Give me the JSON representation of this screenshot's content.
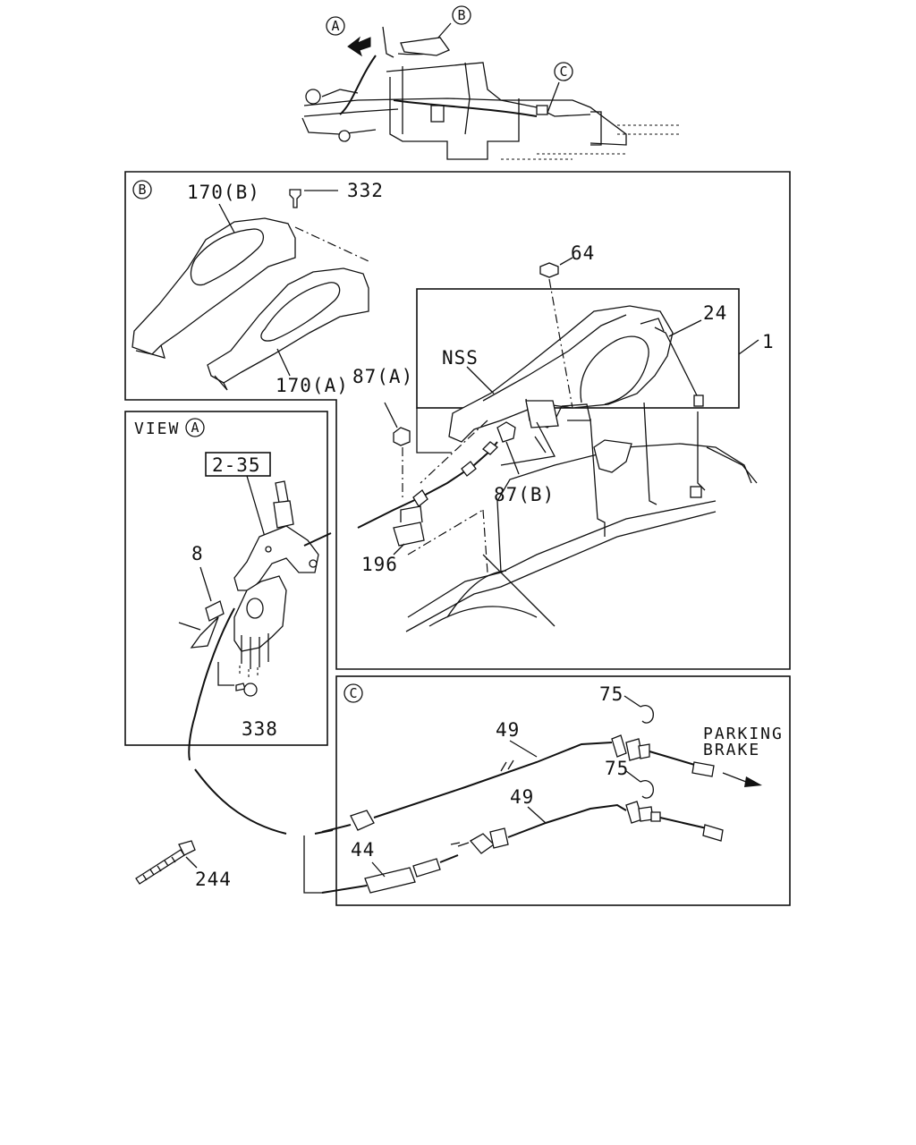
{
  "overview": {
    "callout_a": "A",
    "callout_b": "B",
    "callout_c": "C"
  },
  "panel_b": {
    "marker": "B",
    "labels": {
      "p170b": "170(B)",
      "p332": "332",
      "p170a": "170(A)",
      "p64": "64",
      "p24": "24",
      "p1": "1",
      "nss": "NSS",
      "p87a": "87(A)",
      "p87b": "87(B)",
      "p196": "196"
    }
  },
  "view_a": {
    "title": "VIEW",
    "marker": "A",
    "labels": {
      "p2_35": "2-35",
      "p8": "8",
      "p338": "338"
    }
  },
  "panel_c": {
    "marker": "C",
    "labels": {
      "p75_top": "75",
      "p49_top": "49",
      "p75_bottom": "75",
      "p49_bottom": "49",
      "p44": "44"
    },
    "direction_line1": "PARKING",
    "direction_line2": "BRAKE"
  },
  "outside": {
    "p244": "244"
  }
}
